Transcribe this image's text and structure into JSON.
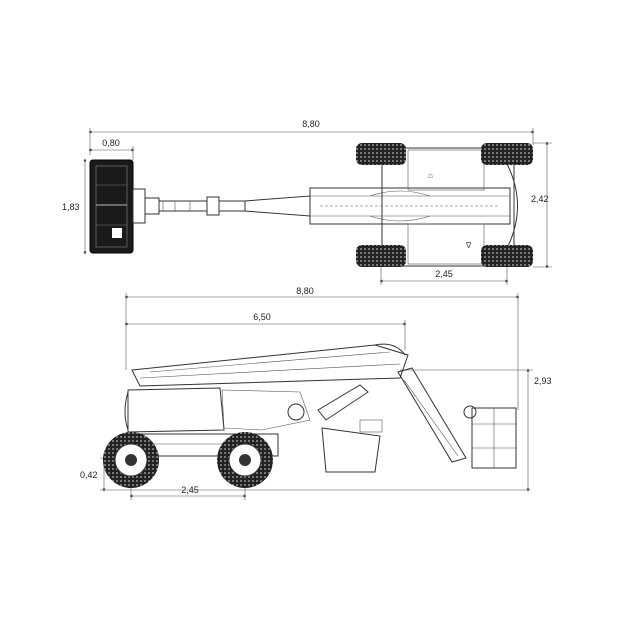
{
  "top_view": {
    "overall_length": "8,80",
    "platform_depth": "0,80",
    "platform_width": "1,83",
    "overall_width": "2,42",
    "wheelbase": "2,45"
  },
  "side_view": {
    "overall_length": "8,80",
    "boom_reach": "6,50",
    "stowed_height": "2,93",
    "ground_clearance": "0,42",
    "wheelbase": "2,45"
  }
}
